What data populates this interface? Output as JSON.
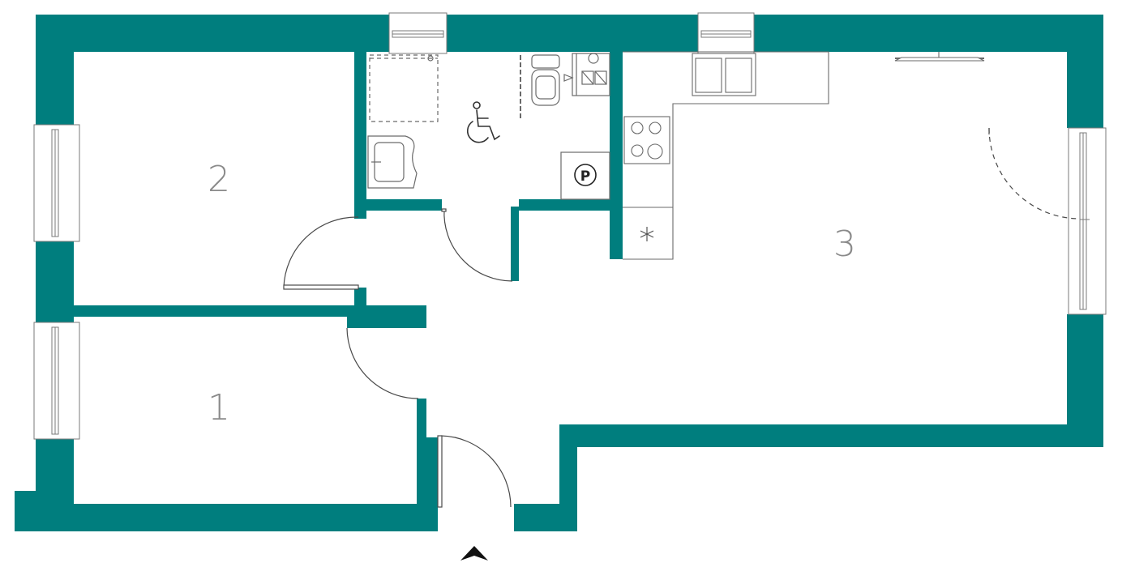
{
  "colors": {
    "wall": "#007e7e",
    "line": "#7a7a7a",
    "label": "#8a8a8a",
    "background": "#ffffff"
  },
  "rooms": [
    {
      "id": "room-1",
      "label": "1"
    },
    {
      "id": "room-2",
      "label": "2"
    },
    {
      "id": "room-3",
      "label": "3"
    }
  ],
  "symbols": {
    "accessible": "wheelchair-icon",
    "boiler": "P",
    "fridge": "asterisk-icon",
    "entrance": "entrance-arrow-icon"
  }
}
